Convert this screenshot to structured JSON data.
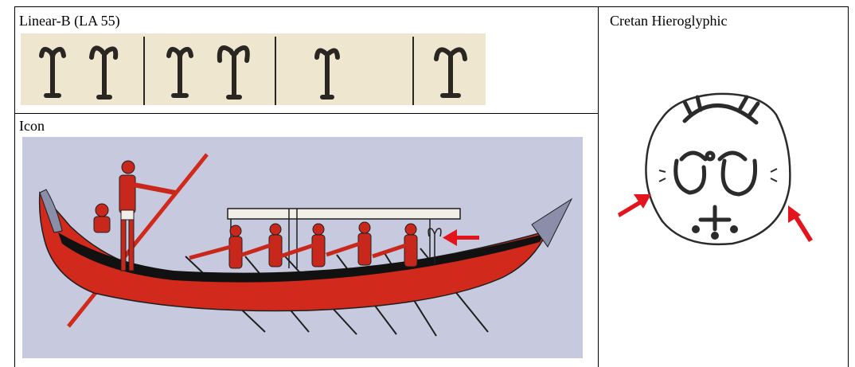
{
  "cells": {
    "linear_b": {
      "caption": "Linear-B (LA 55)"
    },
    "cretan": {
      "caption": "Cretan Hieroglyphic"
    },
    "icon": {
      "caption": "Icon"
    }
  },
  "colors": {
    "ink": "#1f1f1f",
    "parchment": "#efe6cf",
    "boat_red": "#d12a1c",
    "sky": "#c7cade",
    "arrow": "#e4141c"
  }
}
